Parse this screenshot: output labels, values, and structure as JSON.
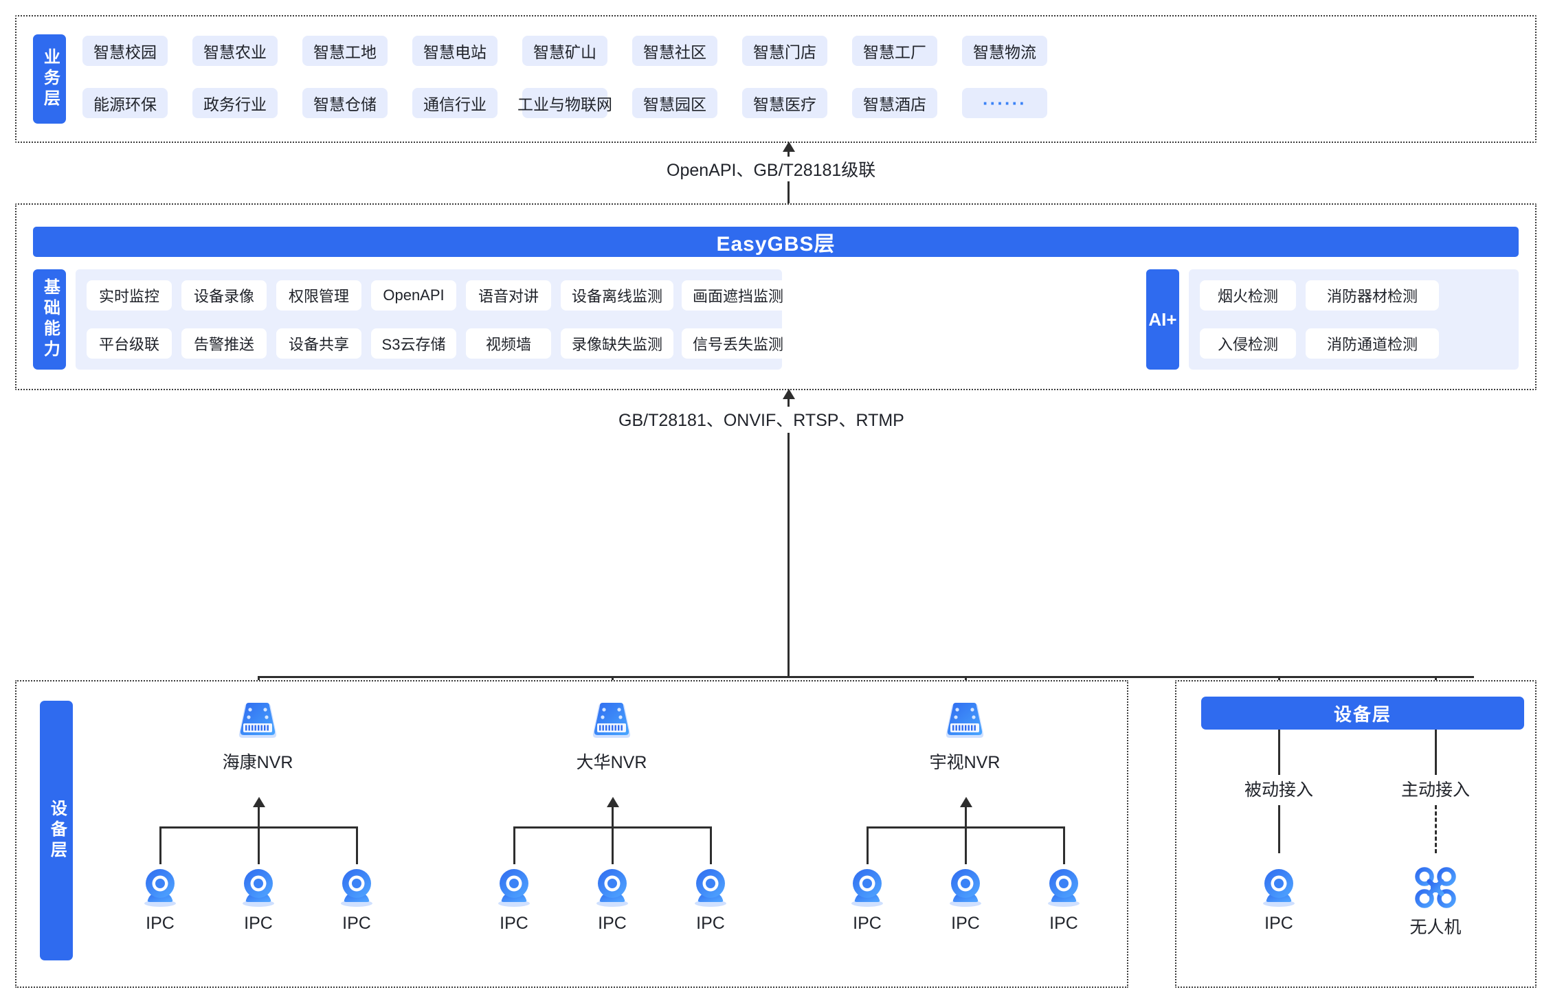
{
  "business_layer": {
    "label": "业务层",
    "rows": [
      [
        "智慧校园",
        "智慧农业",
        "智慧工地",
        "智慧电站",
        "智慧矿山",
        "智慧社区",
        "智慧门店",
        "智慧工厂",
        "智慧物流"
      ],
      [
        "能源环保",
        "政务行业",
        "智慧仓储",
        "通信行业",
        "工业与物联网",
        "智慧园区",
        "智慧医疗",
        "智慧酒店",
        "······"
      ]
    ]
  },
  "connectors": {
    "top_protocol": "OpenAPI、GB/T28181级联",
    "bottom_protocol": "GB/T28181、ONVIF、RTSP、RTMP"
  },
  "platform_layer": {
    "title": "EasyGBS层",
    "capability_label": "基础能力",
    "capabilities": [
      [
        "实时监控",
        "设备录像",
        "权限管理",
        "OpenAPI",
        "语音对讲",
        "设备离线监测",
        "画面遮挡监测"
      ],
      [
        "平台级联",
        "告警推送",
        "设备共享",
        "S3云存储",
        "视频墙",
        "录像缺失监测",
        "信号丢失监测"
      ]
    ],
    "ai_label": "AI+",
    "ai_capabilities": [
      [
        "烟火检测",
        "消防器材检测"
      ],
      [
        "入侵检测",
        "消防通道检测"
      ]
    ]
  },
  "device_layer_left": {
    "label": "设备层",
    "nvrs": [
      {
        "name": "海康NVR",
        "icon": "nvr-icon",
        "children": [
          "IPC",
          "IPC",
          "IPC"
        ]
      },
      {
        "name": "大华NVR",
        "icon": "nvr-icon",
        "children": [
          "IPC",
          "IPC",
          "IPC"
        ]
      },
      {
        "name": "宇视NVR",
        "icon": "nvr-icon",
        "children": [
          "IPC",
          "IPC",
          "IPC"
        ]
      }
    ],
    "child_icon": "ipc-camera-icon"
  },
  "device_layer_right": {
    "title": "设备层",
    "branches": [
      {
        "edge_label": "被动接入",
        "name": "IPC",
        "icon": "ipc-camera-icon"
      },
      {
        "edge_label": "主动接入",
        "name": "无人机",
        "icon": "drone-icon"
      }
    ]
  },
  "colors": {
    "brand_blue": "#2f6bef",
    "chip_bg": "#e6ecfd",
    "capability_bg": "#eaeffd",
    "line": "#2e2e2e"
  }
}
